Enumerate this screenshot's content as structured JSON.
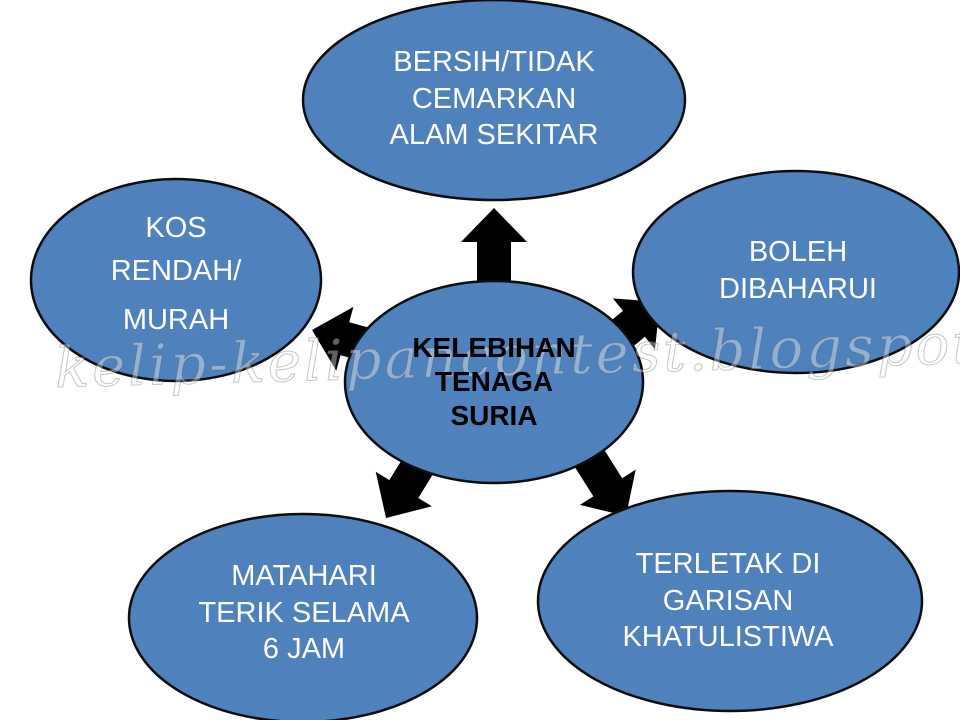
{
  "colors": {
    "node_fill": "#4f81bd",
    "node_stroke": "#0d0d0d",
    "arrow": "#000000",
    "node_text": "#ffffff",
    "center_text": "#000000"
  },
  "center": {
    "lines": [
      "KELEBIHAN",
      "TENAGA",
      "SURIA"
    ]
  },
  "nodes": {
    "top": {
      "lines": [
        "BERSIH/TIDAK",
        "CEMARKAN",
        "ALAM SEKITAR"
      ]
    },
    "right": {
      "lines": [
        "BOLEH",
        "DIBAHARUI"
      ]
    },
    "bottom_right": {
      "lines": [
        "TERLETAK DI",
        "GARISAN",
        "KHATULISTIWA"
      ]
    },
    "bottom_left": {
      "lines": [
        "MATAHARI",
        "TERIK SELAMA",
        "6 JAM"
      ]
    },
    "left": {
      "lines": [
        "KOS",
        "RENDAH/",
        "MURAH"
      ]
    }
  },
  "watermark": "kelip-kelipancontest.blogspot.com"
}
